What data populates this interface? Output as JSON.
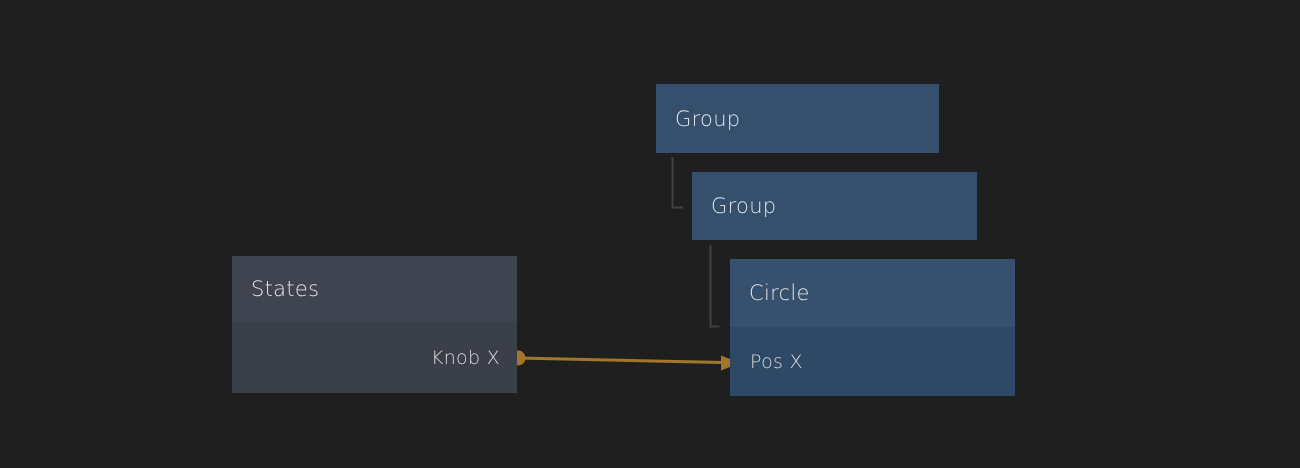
{
  "canvas": {
    "background": "#1f1f1f",
    "description": "node graph editor view"
  },
  "colors": {
    "group_fill": "#35506d",
    "circle_header_fill": "#36506d",
    "circle_body_fill": "#2e4966",
    "states_header_fill": "#3f4450",
    "states_body_fill": "#3a3f4a",
    "title_text": "#e4e5e7",
    "row_text": "#d9dadc",
    "tree_connector": "#404040",
    "wire": "#a3762b"
  },
  "nodes": [
    {
      "id": "group-1",
      "title": "Group"
    },
    {
      "id": "group-2",
      "title": "Group"
    },
    {
      "id": "circle",
      "title": "Circle",
      "rows": [
        {
          "label": "Pos X",
          "side": "input"
        }
      ]
    },
    {
      "id": "states",
      "title": "States",
      "rows": [
        {
          "label": "Knob X",
          "side": "output"
        }
      ]
    }
  ],
  "connections": [
    {
      "type": "hierarchy",
      "from": "group-1",
      "to": "group-2"
    },
    {
      "type": "hierarchy",
      "from": "group-2",
      "to": "circle"
    },
    {
      "type": "wire",
      "from": "States.Knob X",
      "to": "Circle.Pos X",
      "color": "#a3762b"
    }
  ]
}
